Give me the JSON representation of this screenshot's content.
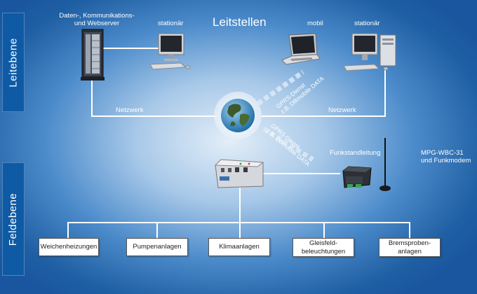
{
  "layers": {
    "top": "Leitebene",
    "bottom": "Feldebene"
  },
  "header": {
    "title": "Leitstellen",
    "server_label": "Daten-, Kommunikations-\nund Webserver",
    "stationary_left": "stationär",
    "mobile": "mobil",
    "stationary_right": "stationär"
  },
  "network": {
    "left": "Netzwerk",
    "right": "Netzwerk"
  },
  "gprs": {
    "upper_line1": "GPRS-Dienst",
    "upper_line2": "z.B. DBmobile DATA",
    "lower_line1": "GPRS-Dienst",
    "lower_line2": "z.B. DBmobile DATA"
  },
  "field": {
    "funk_label": "Funkstandleitung",
    "modem_label": "MPG-WBC-31\nund Funkmodem"
  },
  "installations": [
    "Weichenheizungen",
    "Pumpenanlagen",
    "Klimaanlagen",
    "Gleisfeld-\nbeleuchtungen",
    "Bremsproben-\nanlagen"
  ],
  "colors": {
    "tab": "#0f5aa5",
    "background_edge": "#1a56a0",
    "background_center": "#e3eef8",
    "line": "#ffffff"
  }
}
